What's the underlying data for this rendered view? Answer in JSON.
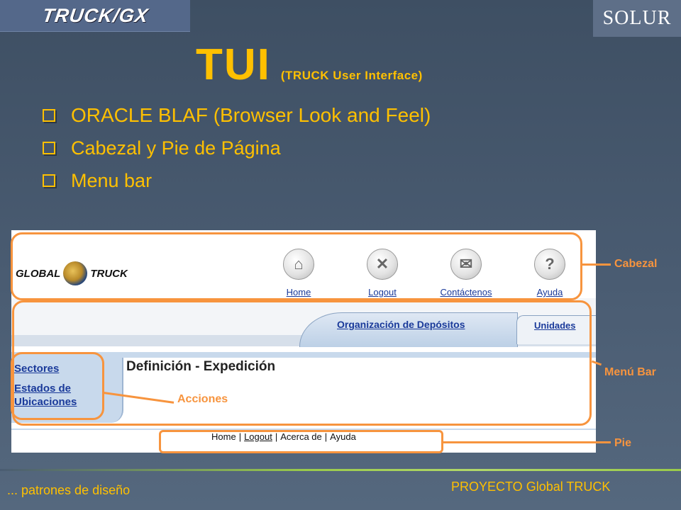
{
  "slide": {
    "brand_left": "TRUCK/GX",
    "brand_right": "SOLUR",
    "title": "TUI",
    "title_sub": "(TRUCK User Interface)",
    "bullets": [
      "ORACLE BLAF (Browser Look and Feel)",
      "Cabezal y Pie de Página",
      "Menu bar"
    ],
    "footer_left": "... patrones de diseño",
    "footer_right": "PROYECTO Global TRUCK",
    "accent_color": "#ffc000",
    "callout_color": "#f7943e"
  },
  "screenshot": {
    "logo_text_left": "GLOBAL",
    "logo_text_right": "TRUCK",
    "nav": [
      {
        "label": "Home",
        "icon": "home-icon"
      },
      {
        "label": "Logout",
        "icon": "logout-key-icon"
      },
      {
        "label": "Contáctenos",
        "icon": "contact-icon"
      },
      {
        "label": "Ayuda",
        "icon": "help-icon"
      }
    ],
    "tabs": {
      "active": "Organización de Depósitos",
      "other": "Unidades"
    },
    "sidebar": [
      "Sectores",
      "Estados de",
      "Ubicaciones"
    ],
    "content_title": "Definición - Expedición",
    "footer_links": [
      "Home",
      "Logout",
      "Acerca de",
      "Ayuda"
    ]
  },
  "annotations": {
    "cabezal": "Cabezal",
    "menu_bar": "Menú Bar",
    "acciones": "Acciones",
    "pie": "Pie"
  }
}
